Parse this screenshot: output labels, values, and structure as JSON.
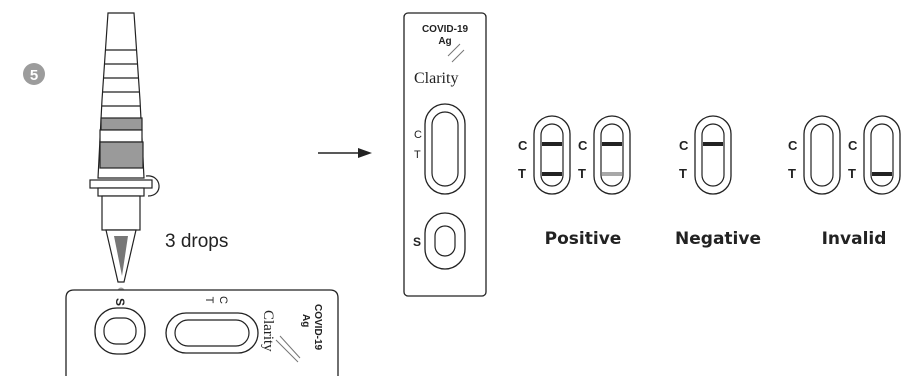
{
  "step": {
    "number": "5"
  },
  "instruction": {
    "drops_label": "3 drops"
  },
  "device_top": {
    "line1": "COVID-19",
    "line2": "Ag",
    "brand": "Clarity",
    "c_label": "C",
    "t_label": "T",
    "s_label": "S"
  },
  "device_bottom": {
    "line1": "COVID-19",
    "line2": "Ag",
    "brand": "Clarity",
    "c_label": "C",
    "t_label": "T",
    "s_label": "S"
  },
  "results": {
    "c_letter": "C",
    "t_letter": "T",
    "positive_label": "Positive",
    "negative_label": "Negative",
    "invalid_label": "Invalid",
    "positive_examples": [
      {
        "c_line": "strong",
        "t_line": "strong"
      },
      {
        "c_line": "strong",
        "t_line": "faint"
      }
    ],
    "negative_examples": [
      {
        "c_line": "strong",
        "t_line": "none"
      }
    ],
    "invalid_examples": [
      {
        "c_line": "none",
        "t_line": "none"
      },
      {
        "c_line": "none",
        "t_line": "strong"
      }
    ]
  },
  "colors": {
    "line": "#222222",
    "band_gray": "#9a9a9a",
    "faint_line": "#a8a8a8",
    "step_circle": "#9c9c9c",
    "drop": "#a0a0a0"
  }
}
